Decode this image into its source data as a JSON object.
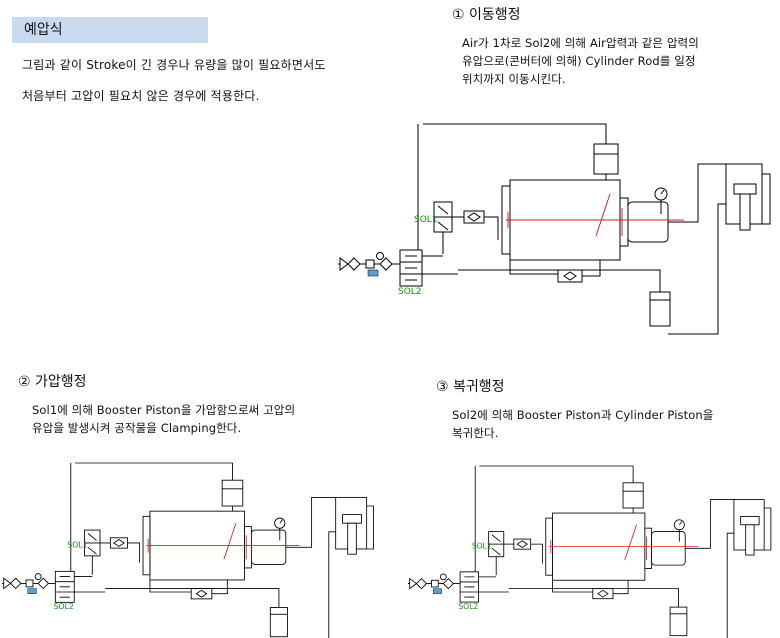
{
  "example": {
    "tag": "예압식",
    "paragraph_line1": "그림과 같이 Stroke이 긴 경우나 유량을 많이 필요하면서도",
    "paragraph_line2": "처음부터 고압이 필요치 않은 경우에 적용한다."
  },
  "steps": [
    {
      "title": "① 이동행정",
      "desc": "Air가 1차로 Sol2에 의해 Air압력과 같은 압력의\n유압으로(콘버터에 의해) Cylinder Rod를 일정\n위치까지 이동시킨다.",
      "sol1": "SOL1",
      "sol2": "SOL2"
    },
    {
      "title": "② 가압행정",
      "desc": "Sol1에 의해 Booster Piston을 가압함으로써 고압의\n유압을 발생시켜 공작물을 Clamping한다.",
      "sol1": "SOL1",
      "sol2": "SOL2"
    },
    {
      "title": "③ 복귀행정",
      "desc": "Sol2에 의해 Booster Piston과 Cylinder Piston을\n복귀한다.",
      "sol1": "SOL1",
      "sol2": "SOL2"
    }
  ],
  "colors": {
    "header_bg": "#c9d9ee",
    "line": "#000000",
    "pressure_line": "#d62020",
    "label_green": "#1e8a1e",
    "tank_fill": "#5aa0d8"
  }
}
